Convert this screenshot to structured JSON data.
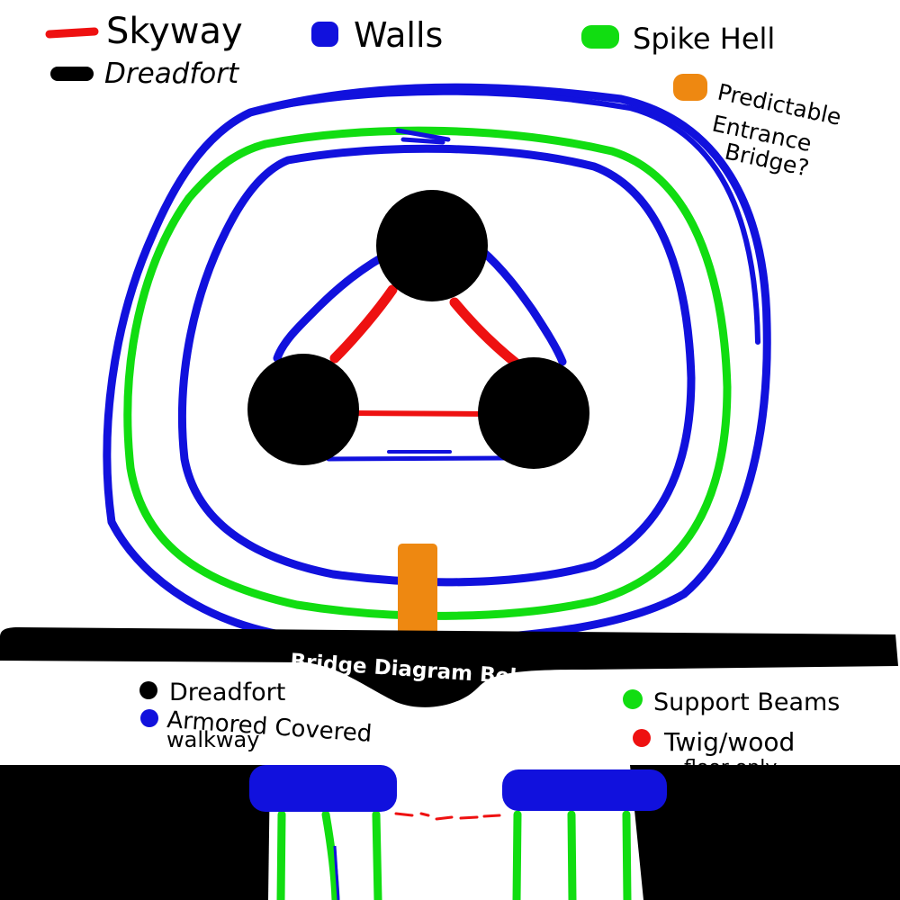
{
  "top_legend": {
    "skyway": "Skyway",
    "walls": "Walls",
    "spike_hell": "Spike Hell",
    "dreadfort": "Dreadfort",
    "entrance_bridge": [
      "Predictable",
      "Entrance",
      "Bridge?"
    ]
  },
  "divider": {
    "text": "Bridge Diagram Below"
  },
  "bottom_legend": {
    "dreadfort": "Dreadfort",
    "walkway_line1": "Armored Covered",
    "walkway_line2": "walkway",
    "support_beams": "Support Beams",
    "twig_line1": "Twig/wood",
    "twig_line2": "floor only"
  },
  "colors": {
    "skyway": "#ee1111",
    "walls": "#1111dd",
    "spike_hell": "#11dd11",
    "dreadfort": "#000000",
    "bridge": "#ee8811"
  }
}
